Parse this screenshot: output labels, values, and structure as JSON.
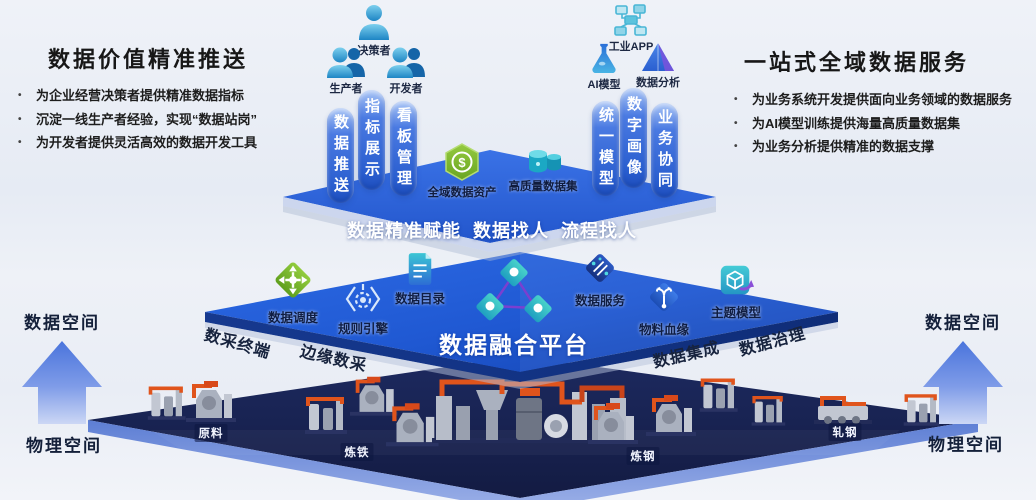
{
  "left_panel": {
    "title": "数据价值精准推送",
    "bullets": [
      "为企业经营决策者提供精准数据指标",
      "沉淀一线生产者经验，实现“数据站岗”",
      "为开发者提供灵活高效的数据开发工具"
    ]
  },
  "right_panel": {
    "title": "一站式全域数据服务",
    "bullets": [
      "为业务系统开发提供面向业务领域的数据服务",
      "为AI模型训练提供海量高质量数据集",
      "为业务分析提供精准的数据支撑"
    ]
  },
  "actors": {
    "decision_maker": "决策者",
    "producer": "生产者",
    "developer": "开发者"
  },
  "applications": {
    "industrial_app": "工业APP",
    "ai_model": "AI模型",
    "data_analysis": "数据分析"
  },
  "service_pills": {
    "left": [
      "数据推送",
      "指标展示",
      "看板管理"
    ],
    "right": [
      "统一模型",
      "数字画像",
      "业务协同"
    ]
  },
  "asset_platform": {
    "asset_label": "全域数据资产",
    "dataset_label": "高质量数据集",
    "currency_symbol": "$",
    "front_text": "数据精准赋能  数据找人  流程找人"
  },
  "fusion_platform": {
    "title": "数据融合平台",
    "modules": {
      "scheduling": "数据调度",
      "rule_engine": "规则引擎",
      "catalog": "数据目录",
      "services": "数据服务",
      "lineage": "物料血缘",
      "topic_model": "主题模型"
    },
    "edge_labels": {
      "terminal": "数采终端",
      "edge_collect": "边缘数采",
      "integration": "数据集成",
      "governance": "数据治理"
    }
  },
  "spaces": {
    "data_left": "数据空间",
    "data_right": "数据空间",
    "physical_left": "物理空间",
    "physical_right": "物理空间"
  },
  "production_stages": {
    "raw": "原料",
    "iron": "炼铁",
    "steel": "炼钢",
    "rolling": "轧钢"
  },
  "colors": {
    "platform_blue": "#2c63d9",
    "fusion_blue": "#1e56cc",
    "navy": "#1a2558",
    "accent_green": "#7ab82e",
    "accent_teal": "#2bb7c9",
    "accent_orange": "#e05a1e",
    "arrow_blue": "#5c82de"
  }
}
